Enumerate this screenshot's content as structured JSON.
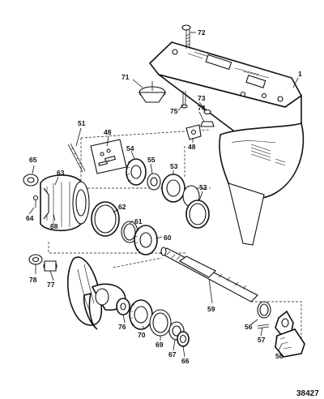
{
  "figure_ref": "38427",
  "callouts": {
    "c1": "1",
    "c48a": "48",
    "c48b": "48",
    "c51": "51",
    "c52": "52",
    "c53": "53",
    "c54": "54",
    "c55": "55",
    "c56a": "56",
    "c56b": "56",
    "c57": "57",
    "c59": "59",
    "c60": "60",
    "c61": "61",
    "c62": "62",
    "c63": "63",
    "c64": "64",
    "c65": "65",
    "c66": "66",
    "c67": "67",
    "c68": "68",
    "c69": "69",
    "c70": "70",
    "c71": "71",
    "c72": "72",
    "c73": "73",
    "c74": "74",
    "c75": "75",
    "c76": "76",
    "c77": "77",
    "c78": "78"
  }
}
